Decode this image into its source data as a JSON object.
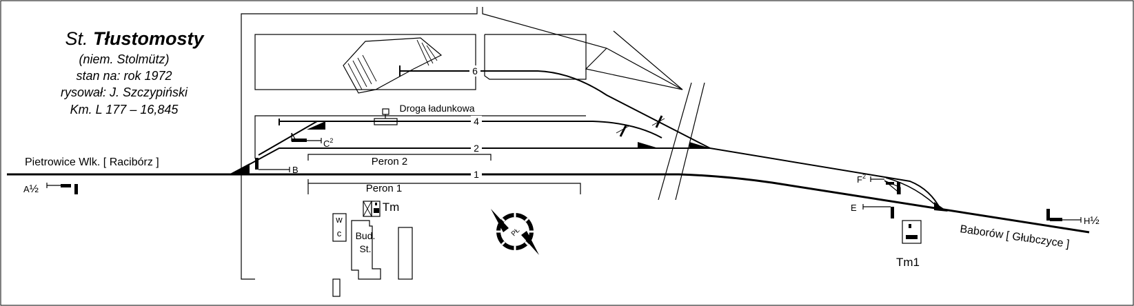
{
  "title": {
    "prefix": "St.",
    "name": "Tłustomosty",
    "german": "(niem. Stolmütz)",
    "state": "stan na: rok 1972",
    "author": "rysował: J. Szczypiński",
    "km": "Km. L 177 – 16,845"
  },
  "directions": {
    "west": "Pietrowice Wlk. [ Racibórz ]",
    "east": "Baborów [ Głubczyce ]"
  },
  "tracks": [
    "1",
    "2",
    "4",
    "6"
  ],
  "platforms": [
    "Peron 1",
    "Peron 2"
  ],
  "road": "Droga ładunkowa",
  "signals": {
    "a_letter": "A",
    "a_frac": "½",
    "b": "B",
    "c_letter": "C",
    "c_sup": "2",
    "e": "E",
    "f_letter": "F",
    "f_sup": "2",
    "h_letter": "H",
    "h_frac": "½"
  },
  "buildings": {
    "wc_w": "w",
    "wc_c": "c",
    "station_line1": "Bud.",
    "station_line2": "St.",
    "tm": "Tm",
    "tm1": "Tm1"
  },
  "compass": "PŁ",
  "colors": {
    "ink": "#000000",
    "background": "#ffffff"
  }
}
